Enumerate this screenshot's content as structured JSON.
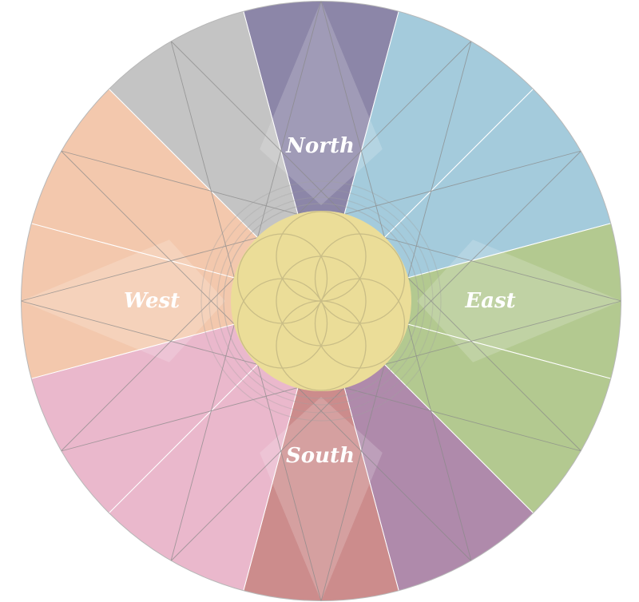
{
  "labels": {
    "north": "North",
    "east": "East",
    "south": "South",
    "west": "West"
  },
  "colors": {
    "north": "#8c86a8",
    "north_east": "#a4cbdc",
    "east_north": "#a4cbdc",
    "east": "#b3c990",
    "east_south": "#b3c990",
    "south_east": "#af8aab",
    "south_east_2": "#af8aab",
    "south": "#cc8c8c",
    "south_west": "#eab8cc",
    "west_south": "#eab8cc",
    "west": "#f3c8ad",
    "west_north": "#f3c8ad",
    "north_west": "#c4c4c4",
    "north_west_2": "#c4c4c4",
    "center": "#ebdd98",
    "lines": "#8a8a8a"
  },
  "icons": {
    "center": "flower-of-life-icon"
  }
}
